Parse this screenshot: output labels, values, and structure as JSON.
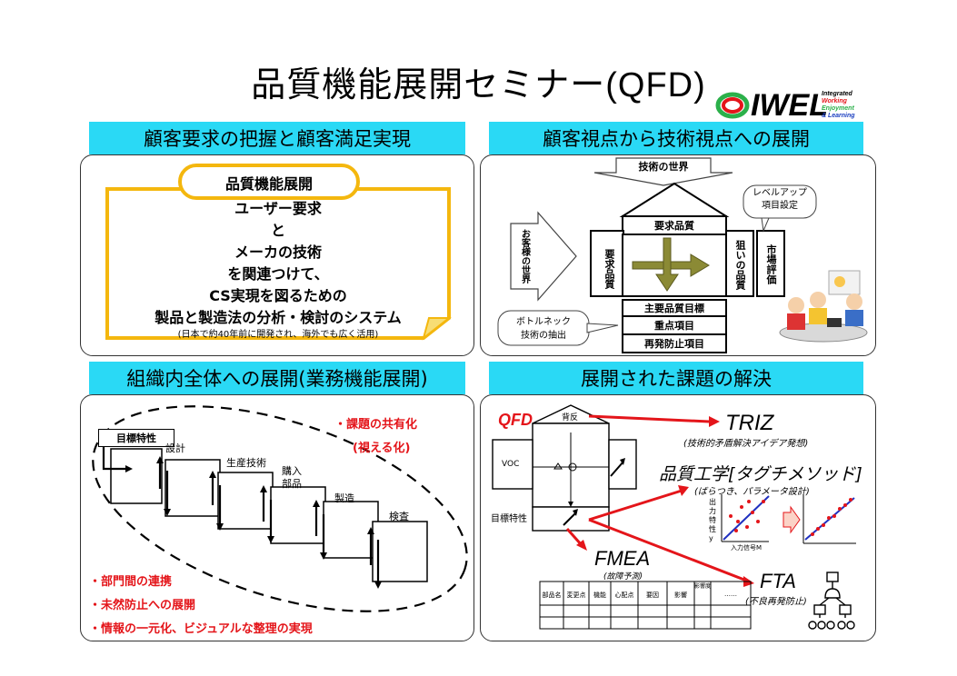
{
  "title": "品質機能展開セミナー(QFD)",
  "logo": {
    "name": "IWEL",
    "tagline": [
      "Integrated",
      "Working",
      "Enjoyment",
      "& Learning"
    ],
    "colors": {
      "ring_outer": "#2bb04a",
      "ring_inner": "#e4151a"
    }
  },
  "sections": {
    "q1": {
      "header": "顧客要求の把握と顧客満足実現",
      "callout_title": "品質機能展開",
      "lines": [
        "ユーザー要求",
        "と",
        "メーカの技術",
        "を関連つけて、",
        "CS実現を図るための",
        "製品と製造法の分析・検討のシステム"
      ],
      "note": "(日本で約40年前に開発され、海外でも広く活用)"
    },
    "q2": {
      "header": "顧客視点から技術視点への展開",
      "tech_world": "技術の世界",
      "customer_world": "お客様の世界",
      "requirements": "要求品質",
      "req_vertical": "要求品質",
      "target_quality": "狙いの品質",
      "market_eval": "市場評価",
      "levelup": [
        "レベルアップ",
        "項目設定"
      ],
      "bottleneck": [
        "ボトルネック",
        "技術の抽出"
      ],
      "rows": [
        "主要品質目標",
        "重点項目",
        "再発防止項目"
      ]
    },
    "q3": {
      "header": "組織内全体への展開(業務機能展開)",
      "stages": [
        "目標特性",
        "設計",
        "生産技術",
        "購入部品",
        "製造",
        "検査"
      ],
      "share": [
        "・課題の共有化",
        "(視える化)"
      ],
      "bullets": [
        "・部門間の連携",
        "・未然防止への展開",
        "・情報の一元化、ビジュアルな整理の実現"
      ]
    },
    "q4": {
      "header": "展開された課題の解決",
      "qfd": "QFD",
      "conflict": "背反",
      "voc": "VOC",
      "target": "目標特性",
      "triz": "TRIZ",
      "triz_sub": "(技術的矛盾解決アイデア発想)",
      "qe": "品質工学[タグチメソッド]",
      "qe_sub": "(ばらつき、パラメータ設計)",
      "output_label": "出力特性y",
      "input_label": "入力信号M",
      "fmea": "FMEA",
      "fmea_sub": "(故障予測)",
      "fmea_cols": [
        "部品名",
        "変更点",
        "機能",
        "心配点",
        "要因",
        "影響",
        "影響度",
        "……"
      ],
      "fta": "FTA",
      "fta_sub": "(不良再発防止)"
    }
  }
}
